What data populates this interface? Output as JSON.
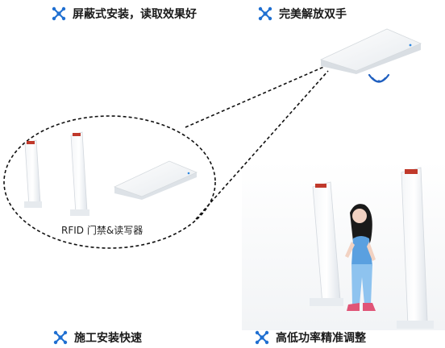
{
  "features": [
    {
      "label": "屏蔽式安装，读取效果好",
      "icon": "network-nodes-icon"
    },
    {
      "label": "完美解放双手",
      "icon": "network-nodes-icon"
    },
    {
      "label": "施工安装快速",
      "icon": "network-nodes-icon"
    },
    {
      "label": "高低功率精准调整",
      "icon": "network-nodes-icon"
    }
  ],
  "illustration": {
    "caption": "RFID 门禁&读写器"
  },
  "colors": {
    "icon_blue": "#1f6fd1",
    "accent_red": "#c0392b",
    "person_shirt": "#5aa0e0",
    "person_pants": "#8ec3ef"
  }
}
